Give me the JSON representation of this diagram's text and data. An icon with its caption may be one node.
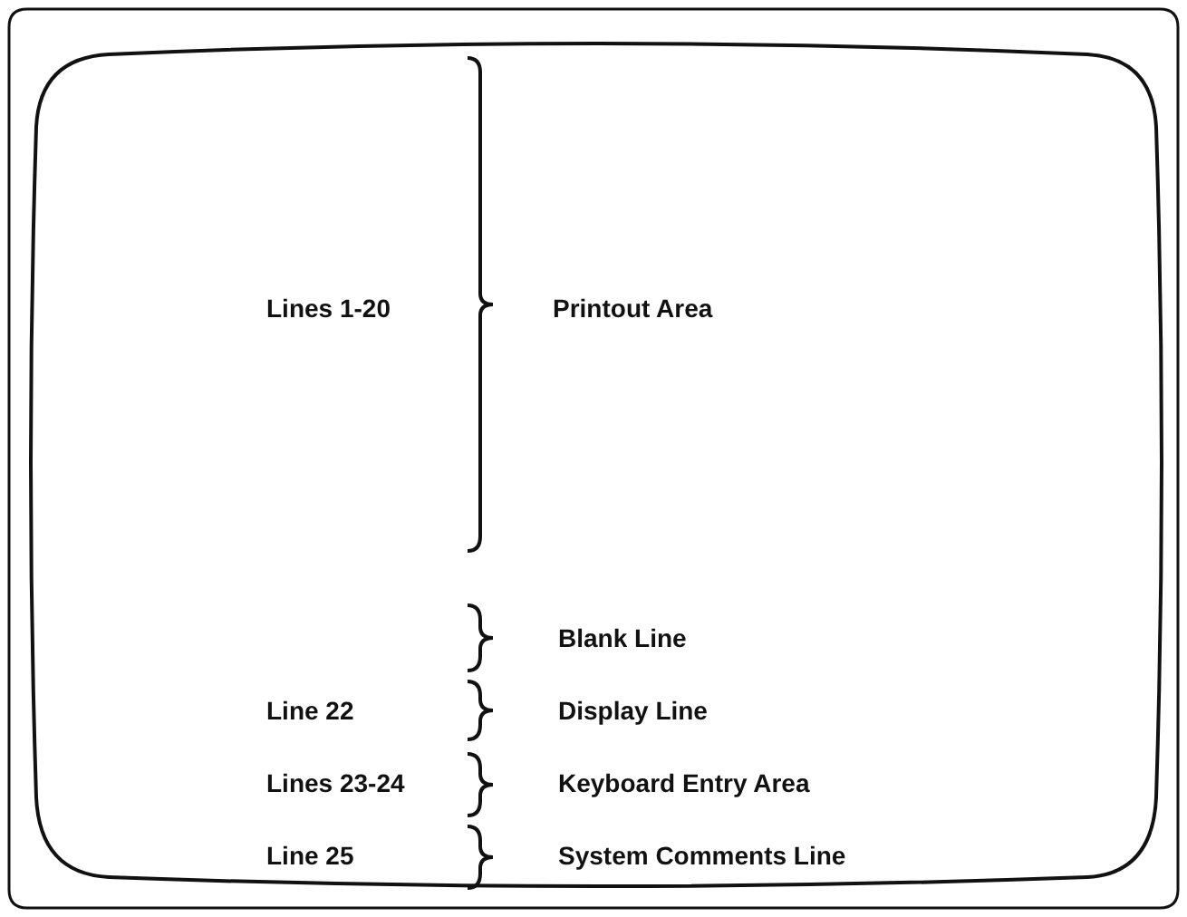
{
  "diagram": {
    "labels": [
      "Lines 1-20",
      "Printout Area",
      "Blank Line",
      "Line 22",
      "Display Line",
      "Lines 23-24",
      "Keyboard Entry Area",
      "Line 25",
      "System Comments Line"
    ]
  }
}
